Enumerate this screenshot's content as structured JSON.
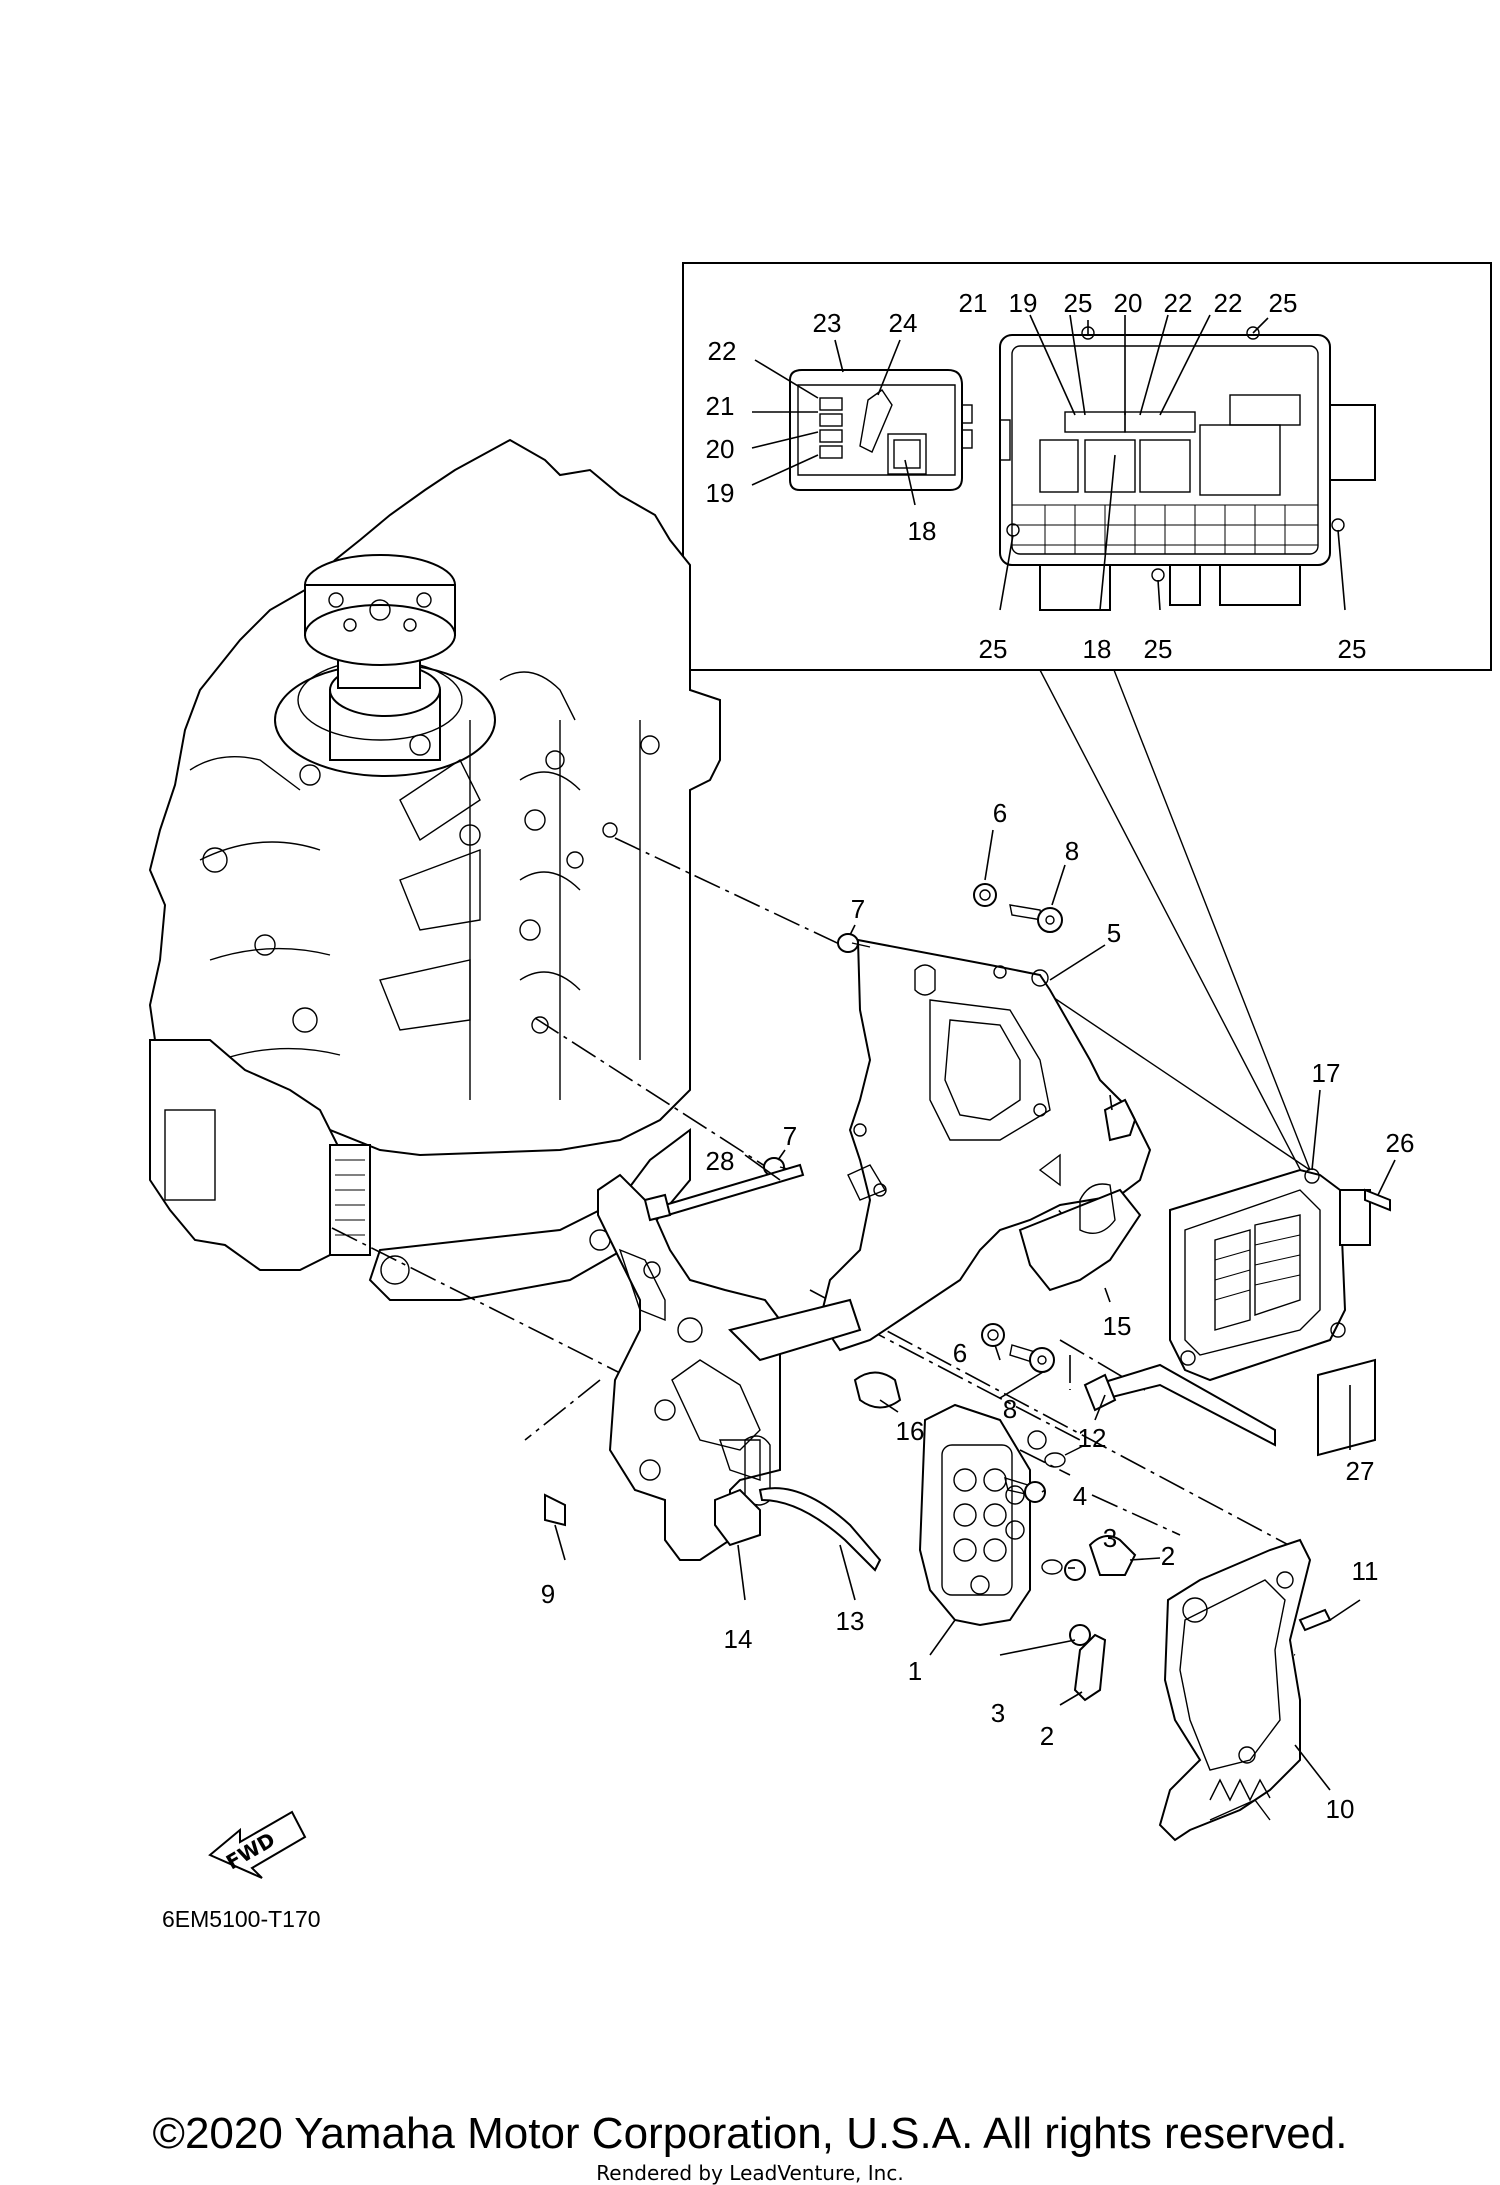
{
  "diagram": {
    "code": "6EM5100-T170",
    "fwd_label": "FWD",
    "copyright": "©2020 Yamaha Motor Corporation, U.S.A. All rights reserved.",
    "rendered_by": "Rendered by LeadVenture, Inc."
  },
  "callouts": {
    "main": [
      "1",
      "2",
      "2",
      "3",
      "3",
      "4",
      "5",
      "6",
      "6",
      "7",
      "7",
      "8",
      "8",
      "9",
      "10",
      "11",
      "12",
      "13",
      "14",
      "15",
      "16",
      "17",
      "26",
      "27",
      "28"
    ],
    "inset": [
      "22",
      "21",
      "20",
      "19",
      "23",
      "24",
      "18",
      "21",
      "19",
      "25",
      "20",
      "22",
      "22",
      "25",
      "25",
      "18",
      "25",
      "25"
    ]
  }
}
